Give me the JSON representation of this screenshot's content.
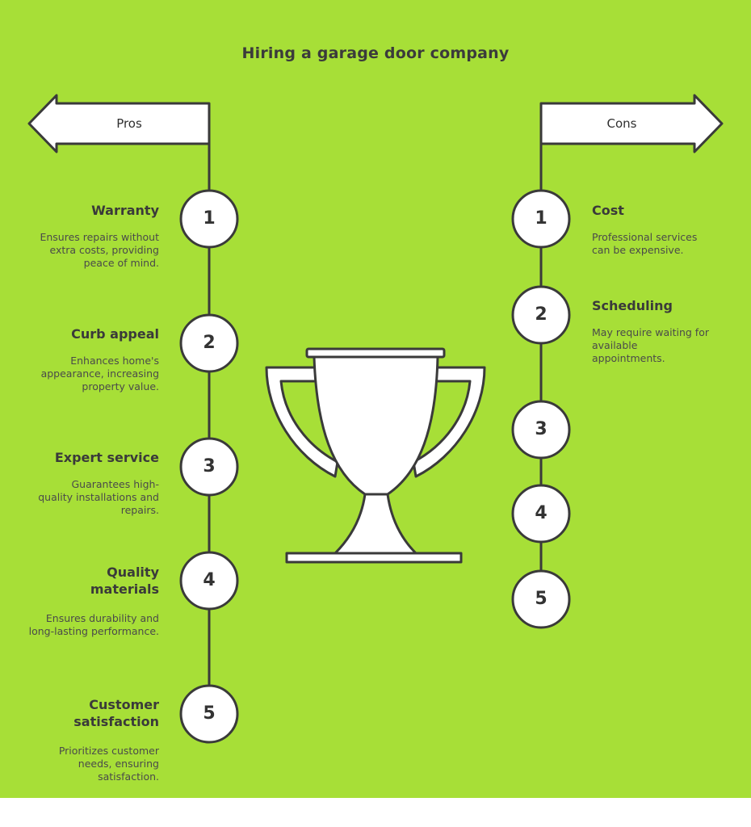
{
  "title": "Hiring a garage door company",
  "pros_label": "Pros",
  "cons_label": "Cons",
  "pros": [
    {
      "number": "1",
      "title": "Warranty",
      "description": "Ensures repairs without extra costs, providing peace of mind."
    },
    {
      "number": "2",
      "title": "Curb appeal",
      "description": "Enhances home's appearance, increasing property value."
    },
    {
      "number": "3",
      "title": "Expert service",
      "description": "Guarantees high-quality installations and repairs."
    },
    {
      "number": "4",
      "title": "Quality materials",
      "description": "Ensures durability and long-lasting performance."
    },
    {
      "number": "5",
      "title": "Customer satisfaction",
      "description": "Prioritizes customer needs, ensuring satisfaction."
    }
  ],
  "cons": [
    {
      "number": "1",
      "title": "Cost",
      "description": "Professional services can be expensive."
    },
    {
      "number": "2",
      "title": "Scheduling",
      "description": "May require waiting for available appointments."
    },
    {
      "number": "3"
    },
    {
      "number": "4"
    },
    {
      "number": "5"
    }
  ],
  "colors": {
    "background": "#a7df37",
    "stroke": "#3a3a3a",
    "fill": "#ffffff"
  },
  "icons": {
    "center": "trophy-icon",
    "pros_arrow": "left-arrow",
    "cons_arrow": "right-arrow"
  }
}
